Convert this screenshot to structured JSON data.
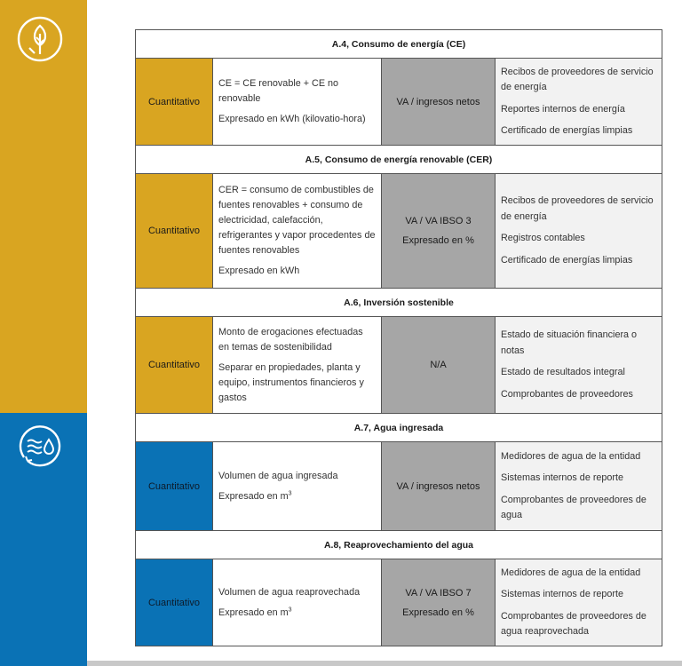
{
  "sections": [
    {
      "title": "A.4, Consumo de energía (CE)",
      "theme": "gold",
      "type": "Cuantitativo",
      "formula": [
        "CE = CE renovable + CE no renovable",
        "Expresado en kWh (kilovatio-hora)"
      ],
      "metric": [
        "VA / ingresos netos"
      ],
      "sources": [
        "Recibos de proveedores de servicio de energía",
        "Reportes internos de energía",
        "Certificado de energías limpias"
      ]
    },
    {
      "title": "A.5, Consumo de energía renovable (CER)",
      "theme": "gold",
      "type": "Cuantitativo",
      "formula": [
        "CER = consumo de combustibles de fuentes renovables + consumo de electricidad, calefacción, refrigerantes y vapor procedentes de fuentes renovables",
        "Expresado en kWh"
      ],
      "metric": [
        "VA / VA IBSO 3",
        "Expresado en %"
      ],
      "sources": [
        "Recibos de proveedores de servicio de energía",
        "Registros contables",
        "Certificado de energías limpias"
      ]
    },
    {
      "title": "A.6, Inversión sostenible",
      "theme": "gold",
      "type": "Cuantitativo",
      "formula": [
        "Monto de erogaciones efectuadas en temas de sostenibilidad",
        "Separar en propiedades, planta y equipo, instrumentos financieros y gastos"
      ],
      "metric": [
        "N/A"
      ],
      "sources": [
        "Estado de situación financiera o notas",
        "Estado de resultados integral",
        "Comprobantes de proveedores"
      ]
    },
    {
      "title": "A.7, Agua ingresada",
      "theme": "blue",
      "type": "Cuantitativo",
      "formula": [
        "Volumen de agua ingresada",
        "Expresado en m"
      ],
      "metric": [
        "VA / ingresos netos"
      ],
      "sources": [
        "Medidores de agua de la entidad",
        "Sistemas internos de reporte",
        "Comprobantes de proveedores de agua"
      ]
    },
    {
      "title": "A.8, Reaprovechamiento del agua",
      "theme": "blue",
      "type": "Cuantitativo",
      "formula": [
        "Volumen de agua reaprovechada",
        "Expresado en m"
      ],
      "metric": [
        "VA / VA IBSO 7",
        "Expresado en %"
      ],
      "sources": [
        "Medidores de agua de la entidad",
        "Sistemas internos de reporte",
        "Comprobantes de proveedores de agua reaprovechada"
      ]
    }
  ],
  "superscript": "3",
  "icons": {
    "top": "leaf-sprout-icon",
    "bottom": "water-waves-drop-icon"
  },
  "colors": {
    "gold": "#d9a521",
    "blue": "#0a72b5",
    "metric_gray": "#a6a6a6",
    "source_bg": "#f2f2f2"
  }
}
